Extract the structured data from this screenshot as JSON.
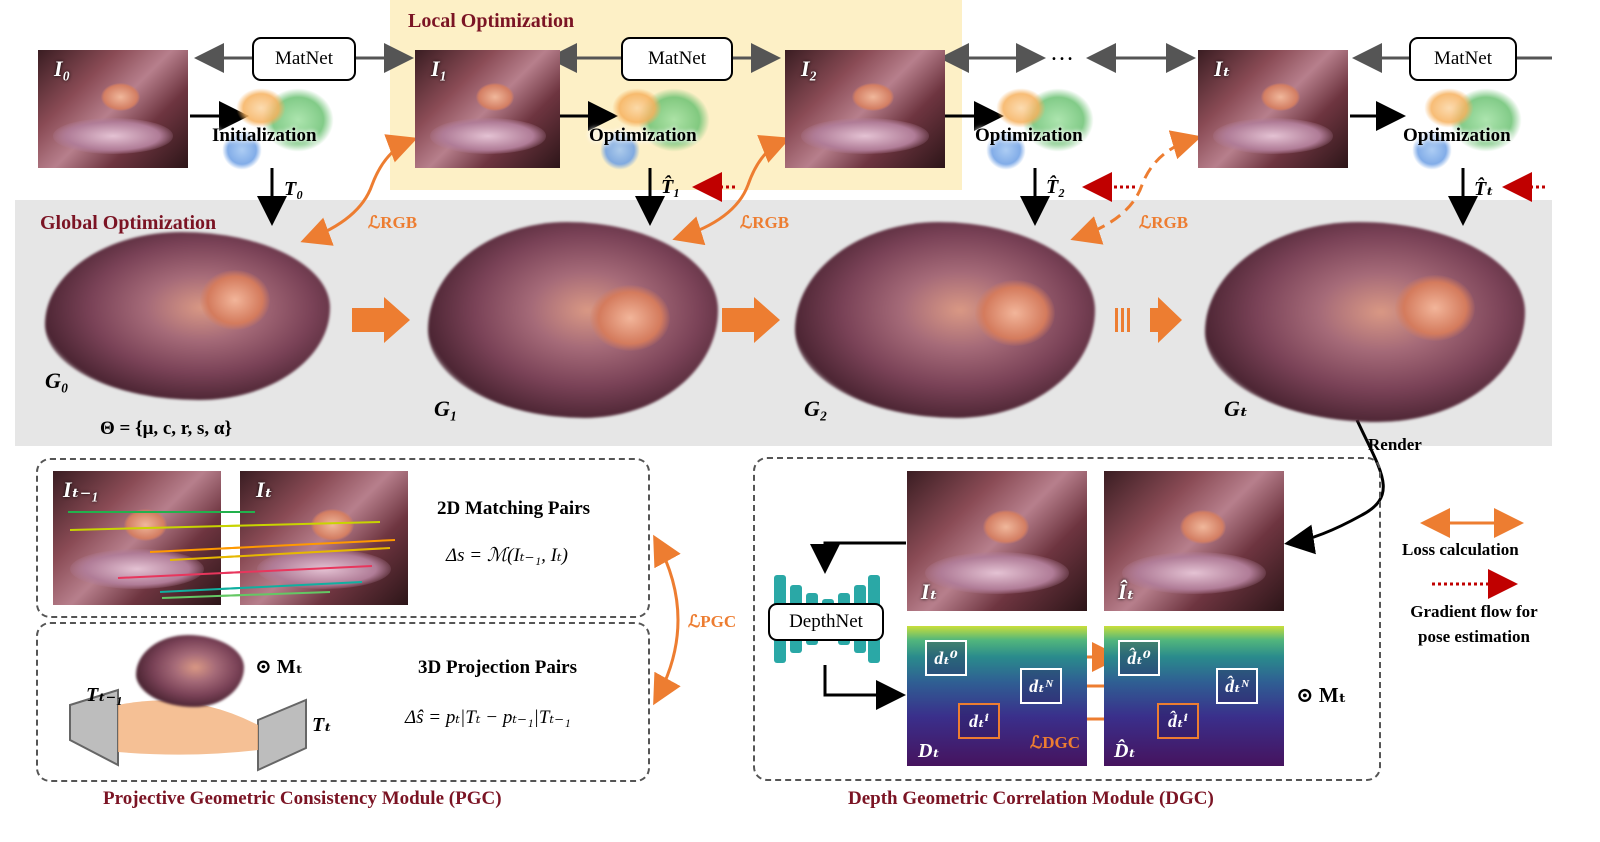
{
  "bands": {
    "local_title": "Local Optimization",
    "global_title": "Global Optimization"
  },
  "matnet": {
    "label": "MatNet"
  },
  "frames": {
    "i0": "I₀",
    "i1": "I₁",
    "i2": "I₂",
    "it": "Iₜ"
  },
  "ellipsis": "…",
  "steps": {
    "init": "Initialization",
    "opt": "Optimization"
  },
  "poses": {
    "t0": "T₀",
    "t1": "T̂₁",
    "t2": "T̂₂",
    "tt": "T̂ₜ"
  },
  "loss_rgb": "ℒRGB",
  "gaussians": {
    "g0": "G₀",
    "g1": "G₁",
    "g2": "G₂",
    "gt": "Gₜ",
    "theta": "Θ = {μ, c, r, s, α}"
  },
  "render": "Render",
  "pgc": {
    "img_prev": "Iₜ₋₁",
    "img_cur": "Iₜ",
    "matching_title": "2D Matching Pairs",
    "matching_eq": "Δs = ℳ(Iₜ₋₁, Iₜ)",
    "projection_title": "3D Projection Pairs",
    "projection_eq": "Δŝ = pₜ|Tₜ − pₜ₋₁|Tₜ₋₁",
    "mask": "⊙ Mₜ",
    "cam_prev": "Tₜ₋₁",
    "cam_cur": "Tₜ",
    "loss": "ℒPGC",
    "module_title": "Projective Geometric Consistency Module (PGC)"
  },
  "dgc": {
    "depthnet": "DepthNet",
    "img_it": "Iₜ",
    "img_hat": "Îₜ",
    "depth_d": "Dₜ",
    "depth_dhat": "D̂ₜ",
    "d0": "dₜ⁰",
    "dN": "dₜᴺ",
    "di": "dₜⁱ",
    "hd0": "d̂ₜ⁰",
    "hdN": "d̂ₜᴺ",
    "hdi": "d̂ₜⁱ",
    "mask": "⊙ Mₜ",
    "loss": "ℒDGC",
    "module_title": "Depth Geometric Correlation Module (DGC)"
  },
  "legend": {
    "loss": "Loss calculation",
    "grad": "Gradient flow for pose estimation"
  },
  "colors": {
    "orange": "#ed7d31",
    "dark_red": "#7b1424",
    "grad_red": "#c00000"
  }
}
